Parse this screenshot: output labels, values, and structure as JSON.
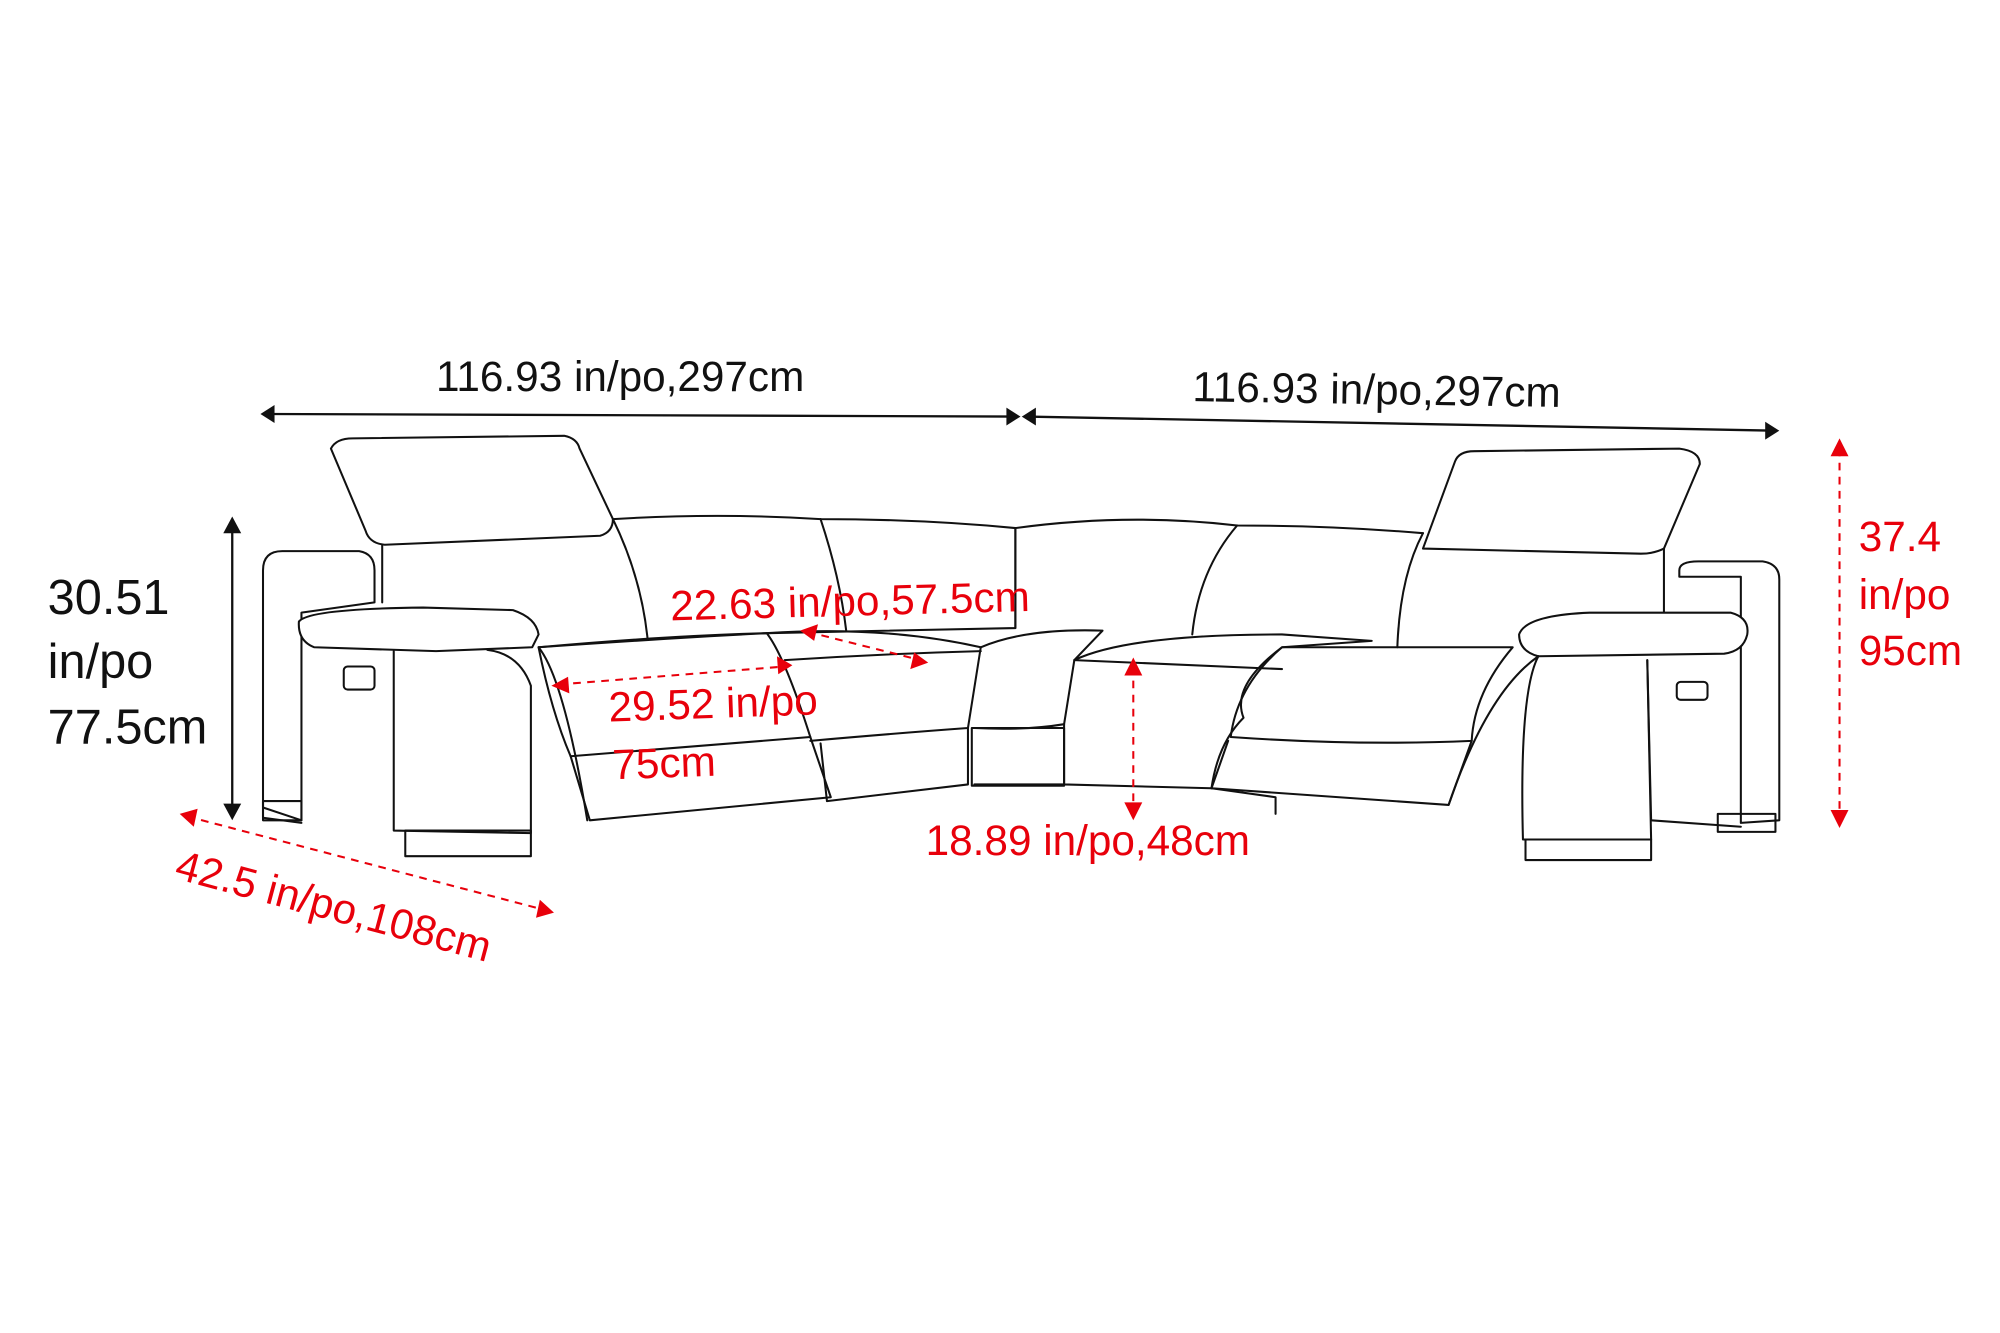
{
  "dimensions": {
    "left_width": "116.93 in/po,297cm",
    "right_width": "116.93 in/po,297cm",
    "arm_height": {
      "line1": "30.51",
      "line2": "in/po",
      "line3": "77.5cm"
    },
    "total_height": {
      "line1": "37.4",
      "line2": "in/po",
      "line3": "95cm"
    },
    "seat_width": "22.63 in/po,57.5cm",
    "seat_depth": {
      "line1": "29.52 in/po",
      "line2": "75cm"
    },
    "seat_height": "18.89 in/po,48cm",
    "total_depth": "42.5 in/po,108cm"
  },
  "colors": {
    "dimension_red": "#e8000b",
    "outline": "#111111"
  }
}
